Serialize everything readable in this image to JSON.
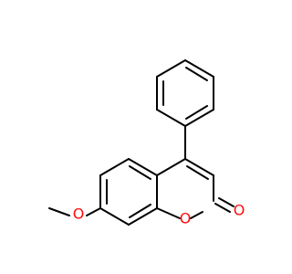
{
  "molecule": {
    "atoms": {
      "methoxy_oxygen": "O",
      "ring_oxygen": "O",
      "carbonyl_oxygen": "O"
    },
    "colors": {
      "oxygen": "#ff0d0d",
      "bond": "#000000",
      "background": "#ffffff"
    }
  }
}
